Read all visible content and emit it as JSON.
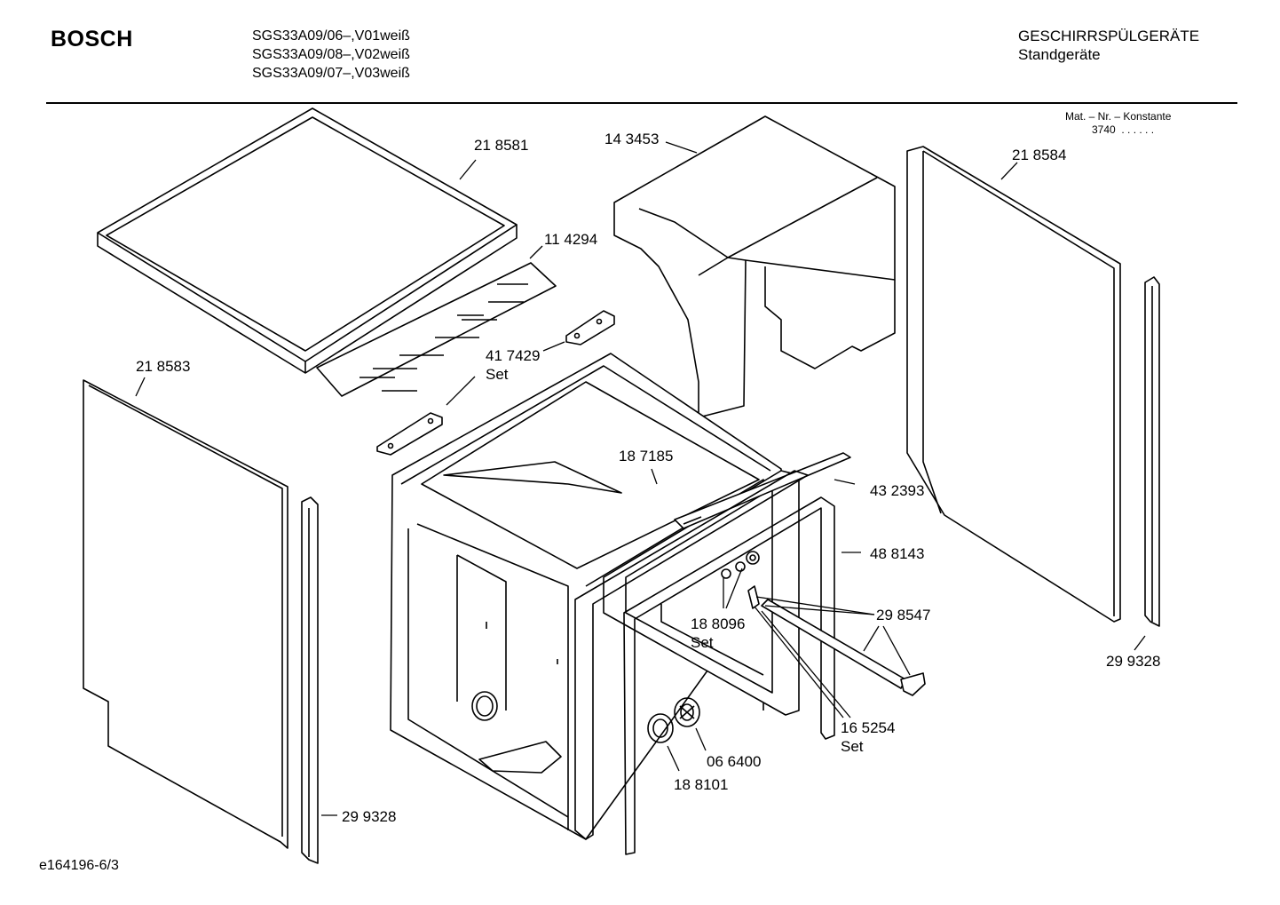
{
  "header": {
    "brand": "BOSCH",
    "models": [
      "SGS33A09/06–,V01weiß",
      "SGS33A09/08–,V02weiß",
      "SGS33A09/07–,V03weiß"
    ],
    "category": "GESCHIRRSPÜLGERÄTE",
    "subcategory": "Standgeräte",
    "mat_label": "Mat. – Nr. – Konstante",
    "mat_value": "3740",
    "mat_dots": ". . . . . ."
  },
  "parts": [
    {
      "id": "p218581",
      "number": "21 8581"
    },
    {
      "id": "p143453",
      "number": "14 3453"
    },
    {
      "id": "p218584",
      "number": "21 8584"
    },
    {
      "id": "p114294",
      "number": "11 4294"
    },
    {
      "id": "p417429",
      "number": "41 7429",
      "suffix": "Set"
    },
    {
      "id": "p218583",
      "number": "21 8583"
    },
    {
      "id": "p187185",
      "number": "18 7185"
    },
    {
      "id": "p432393",
      "number": "43 2393"
    },
    {
      "id": "p488143",
      "number": "48 8143"
    },
    {
      "id": "p298547",
      "number": "29 8547"
    },
    {
      "id": "p188096",
      "number": "18 8096",
      "suffix": "Set"
    },
    {
      "id": "p299328r",
      "number": "29 9328"
    },
    {
      "id": "p165254",
      "number": "16 5254",
      "suffix": "Set"
    },
    {
      "id": "p066400",
      "number": "06 6400"
    },
    {
      "id": "p188101",
      "number": "18 8101"
    },
    {
      "id": "p299328l",
      "number": "29 9328"
    }
  ],
  "footer": {
    "drawing_id": "e164196-6/3"
  }
}
